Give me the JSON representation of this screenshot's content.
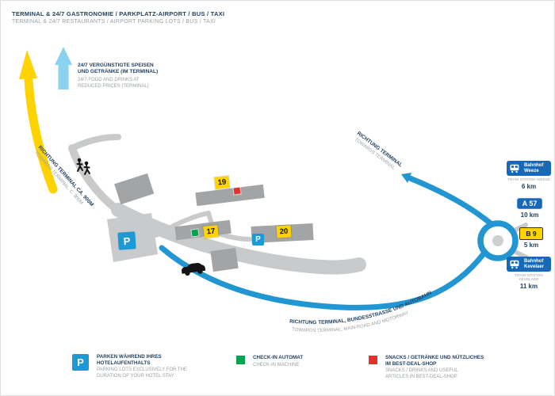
{
  "colors": {
    "navy_text": "#24415f",
    "gray_text": "#9aa0a4",
    "route_yellow": "#ffd300",
    "route_blue": "#2196d3",
    "arrow_light_blue": "#8ad2ee",
    "road_gray": "#c9cacc",
    "building_gray": "#a2a4a6",
    "parking_blue": "#1d9ad6",
    "checkin_green": "#00a44f",
    "shop_red": "#e8312a",
    "sign_blue": "#1769b8"
  },
  "header": {
    "line_de": "TERMINAL & 24/7 GASTRONOMIE / PARKPLATZ-AIRPORT / BUS / TAXI",
    "line_en": "TERMINAL & 24/7 RESTAURANTS / AIRPORT PARKING LOTS / BUS / TAXI"
  },
  "food_note": {
    "de_1": "24/7 VERGÜNSTIGTE SPEISEN",
    "de_2": "UND GETRÄNKE (IM TERMINAL)",
    "en_1": "24/7 FOOD AND DRINKS AT",
    "en_2": "REDUCED PRICES (TERMINAL)"
  },
  "road_labels": {
    "terminal_900_de": "RICHTUNG TERMINAL CA. 900M",
    "terminal_900_en": "TOWARDS TERMINAL, C. 900M",
    "terminal_de": "RICHTUNG TERMINAL",
    "terminal_en": "TOWARDS TERMINAL",
    "motorway_de": "RICHTUNG TERMINAL, BUNDESSTRASSE UND AUTOBAHN",
    "motorway_en": "TOWARDS TERMINAL, MAIN ROAD AND MOTORWAY"
  },
  "markers": {
    "building_19": "19",
    "building_17": "17",
    "building_20": "20",
    "parking": "P"
  },
  "signs": [
    {
      "line1": "Bahnhof",
      "line2": "Weeze",
      "sub": "TRAIN STATION WEEZE",
      "distance": "6 km"
    },
    {
      "label": "A 57",
      "distance": "10 km"
    },
    {
      "label": "B 9",
      "distance": "5 km"
    },
    {
      "line1": "Bahnhof",
      "line2": "Kevelaer",
      "sub": "TRAIN STATION KEVELAER",
      "distance": "11 km"
    }
  ],
  "legend": {
    "parking": {
      "icon": "P",
      "de_1": "PARKEN WÄHREND IHRES",
      "de_2": "HOTELAUFENTHALTS",
      "en_1": "PARKING LOTS EXCLUSIVELY FOR THE",
      "en_2": "DURATION OF YOUR HOTEL STAY"
    },
    "checkin": {
      "de": "CHECK-IN AUTOMAT",
      "en": "CHECK-IN MACHINE"
    },
    "shop": {
      "de_1": "SNACKS / GETRÄNKE UND NÜTZLICHES",
      "de_2": "IM BEST-DEAL-SHOP",
      "en_1": "SNACKS / DRINKS AND USEFUL",
      "en_2": "ARTICLES IN BEST-DEAL-SHOP"
    }
  }
}
